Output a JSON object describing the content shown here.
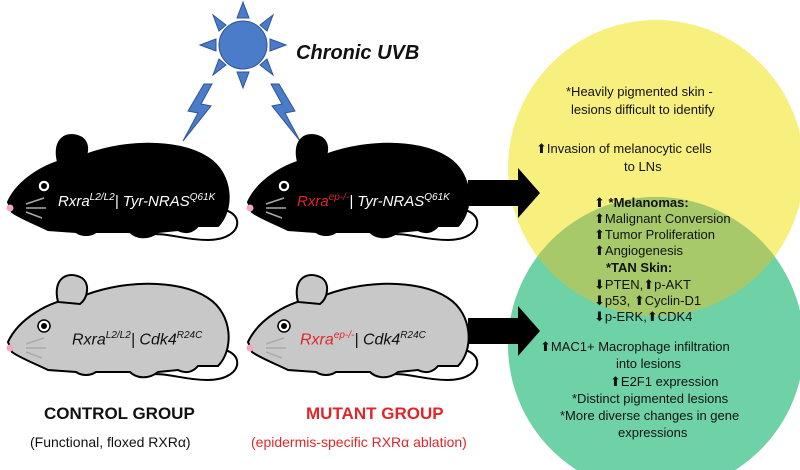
{
  "title": "Chronic UVB",
  "mice": {
    "control_black": {
      "gene": "Rxra",
      "sup": "L2/L2",
      "mid": "| Tyr-NRAS",
      "sup2": "Q61K"
    },
    "mutant_black": {
      "gene": "Rxra",
      "sup": "ep-/-",
      "mid": "| Tyr-NRAS",
      "sup2": "Q61K"
    },
    "control_gray": {
      "gene": "Rxra",
      "sup": "L2/L2",
      "mid": "| Cdk4",
      "sup2": "R24C"
    },
    "mutant_gray": {
      "gene": "Rxra",
      "sup": "ep-/-",
      "mid": "| Cdk4",
      "sup2": "R24C"
    }
  },
  "groups": {
    "control": {
      "title": "CONTROL GROUP",
      "subtitle": "(Functional, floxed RXRα)"
    },
    "mutant": {
      "title": "MUTANT GROUP",
      "subtitle": "(epidermis-specific RXRα ablation)"
    }
  },
  "venn": {
    "top": {
      "line1": "*Heavily pigmented skin -",
      "line2": "lesions difficult to identify",
      "line3": "Invasion of melanocytic cells",
      "line4": "to LNs"
    },
    "middle": {
      "melanomas": "*Melanomas:",
      "m1": "Malignant Conversion",
      "m2": "Tumor Proliferation",
      "m3": "Angiogenesis",
      "tan": "*TAN Skin:",
      "t1a": "PTEN,",
      "t1b": "p-AKT",
      "t2a": "p53,",
      "t2b": "Cyclin-D1",
      "t3a": "p-ERK,",
      "t3b": "CDK4"
    },
    "bottom": {
      "line1": "MAC1+ Macrophage infiltration",
      "line2": "into lesions",
      "line3": "E2F1 expression",
      "line4": "*Distinct pigmented lesions",
      "line5": "*More diverse changes in gene",
      "line6": "expressions"
    }
  },
  "colors": {
    "sun": "#4a7cc9",
    "yellow_circle": "#f7f07e",
    "green_circle": "#6fd1a6",
    "overlap": "#a7c96a",
    "black_mouse": "#000000",
    "gray_mouse": "#c8c8c8",
    "mutant_red": "#e0262a"
  }
}
